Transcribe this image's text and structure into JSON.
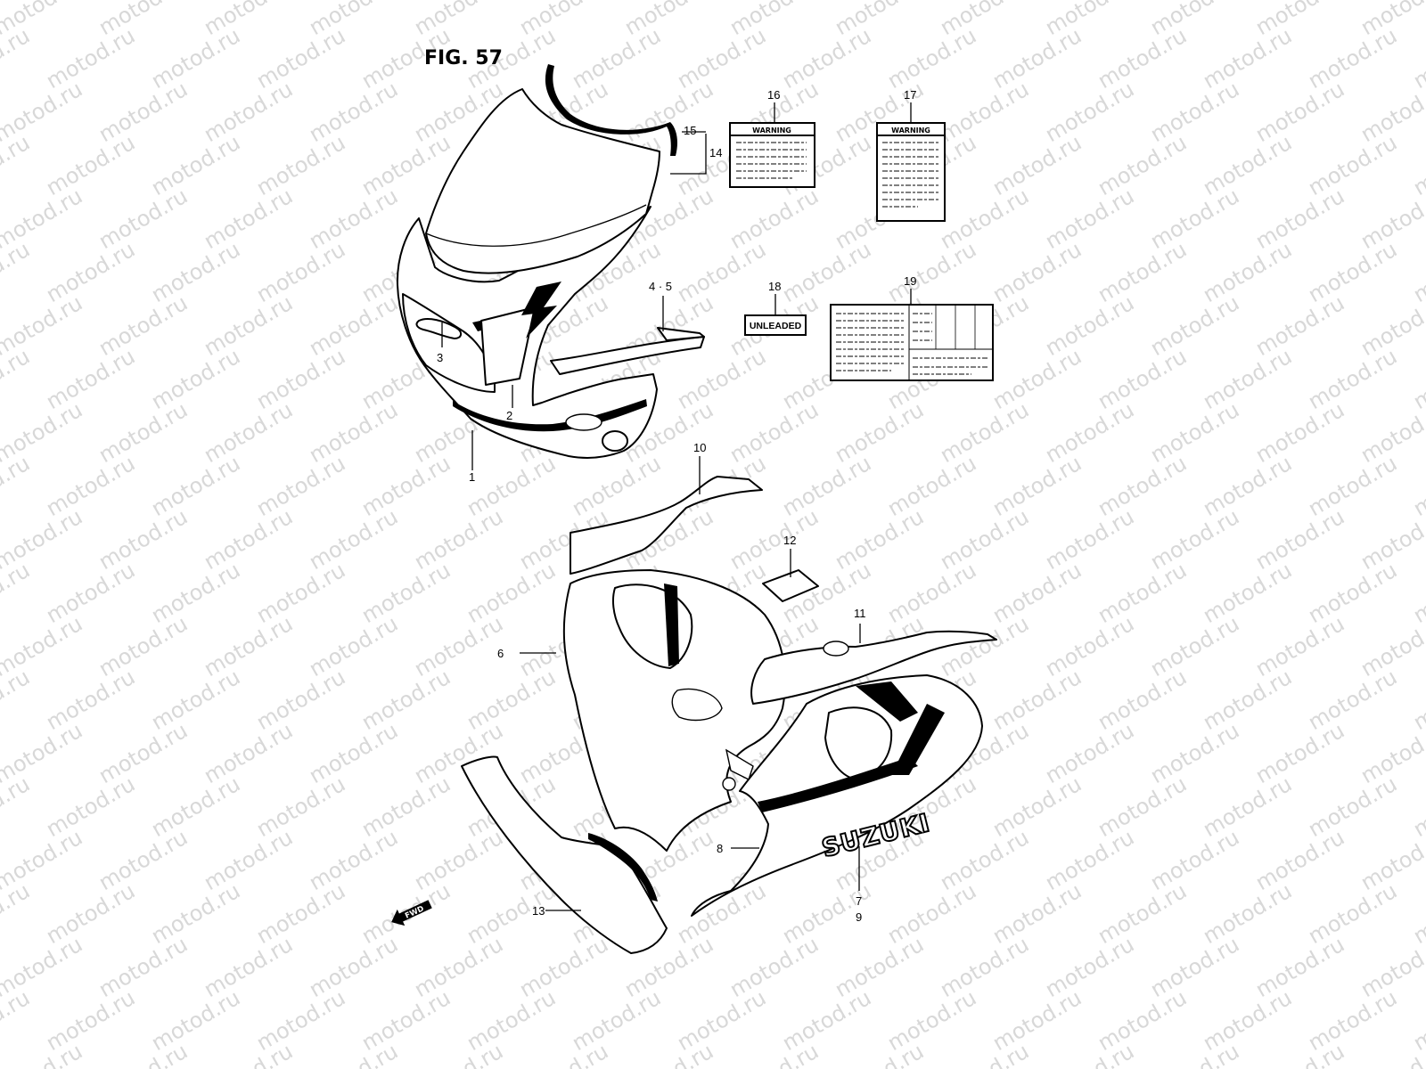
{
  "figure": {
    "title": "FIG. 57",
    "watermark": "motod.ru"
  },
  "labels": {
    "warning_label_16": "WARNING",
    "warning_label_17": "WARNING",
    "fuel_label": "UNLEADED",
    "brand_decal": "SUZUKI"
  },
  "callouts": [
    {
      "id": "c1",
      "text": "1"
    },
    {
      "id": "c2",
      "text": "2"
    },
    {
      "id": "c3",
      "text": "3"
    },
    {
      "id": "c45",
      "text": "4 · 5"
    },
    {
      "id": "c6",
      "text": "6"
    },
    {
      "id": "c79a",
      "text": "7"
    },
    {
      "id": "c79b",
      "text": "9"
    },
    {
      "id": "c8",
      "text": "8"
    },
    {
      "id": "c10",
      "text": "10"
    },
    {
      "id": "c11",
      "text": "11"
    },
    {
      "id": "c12",
      "text": "12"
    },
    {
      "id": "c13",
      "text": "13"
    },
    {
      "id": "c14",
      "text": "14"
    },
    {
      "id": "c15",
      "text": "15"
    },
    {
      "id": "c16",
      "text": "16"
    },
    {
      "id": "c17",
      "text": "17"
    },
    {
      "id": "c18",
      "text": "18"
    },
    {
      "id": "c19",
      "text": "19"
    }
  ],
  "direction_arrow": {
    "text": "FWD"
  }
}
